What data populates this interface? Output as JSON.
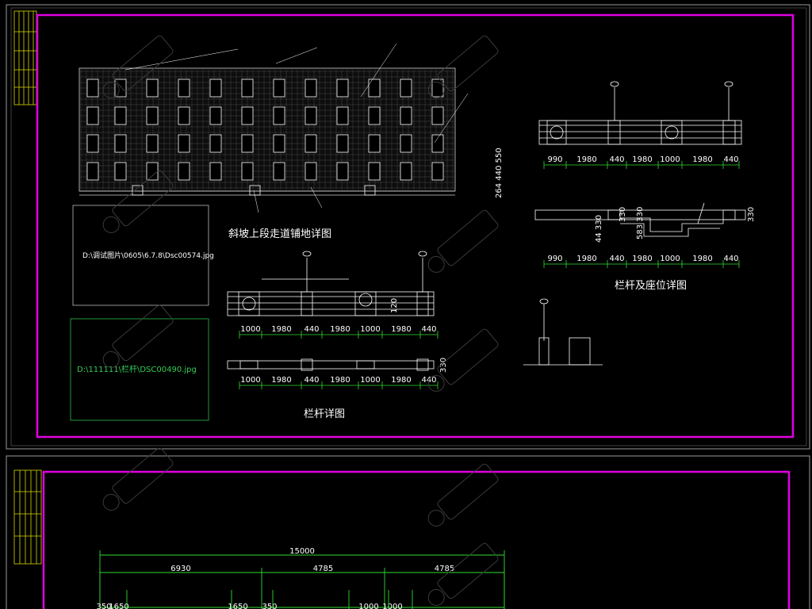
{
  "sheet1": {
    "image_refs": [
      "D:\\调试图片\\0605\\6.7.8\\Dsc00574.jpg",
      "D:\\111111\\栏杆\\DSC00490.jpg"
    ],
    "titles": {
      "paving": "斜坡上段走道铺地详图",
      "railing": "栏杆详图",
      "railing_seat": "栏杆及座位详图"
    },
    "dims": {
      "rail_top": [
        "990",
        "1980",
        "440",
        "1980",
        "1000",
        "1980",
        "440"
      ],
      "rail_mid": [
        "990",
        "1980",
        "440",
        "1980",
        "1000",
        "1980",
        "440"
      ],
      "rail_detail_1": [
        "1000",
        "1980",
        "440",
        "1980",
        "1000",
        "1980",
        "440"
      ],
      "rail_detail_2": [
        "1000",
        "1980",
        "440",
        "1980",
        "1000",
        "1980",
        "440"
      ],
      "rail_vert": "264 440 550",
      "seat_vert_a": "330",
      "seat_vert_b": "44 330",
      "seat_vert_c": "583 330",
      "seat_vert_d": "330",
      "detail_vert_a": "120",
      "detail_vert_b": "330"
    }
  },
  "sheet2": {
    "total": "15000",
    "segments": [
      "6930",
      "4785",
      "4785"
    ],
    "sub": [
      "350",
      "1650",
      "1650",
      "350",
      "1000",
      "1000"
    ]
  }
}
